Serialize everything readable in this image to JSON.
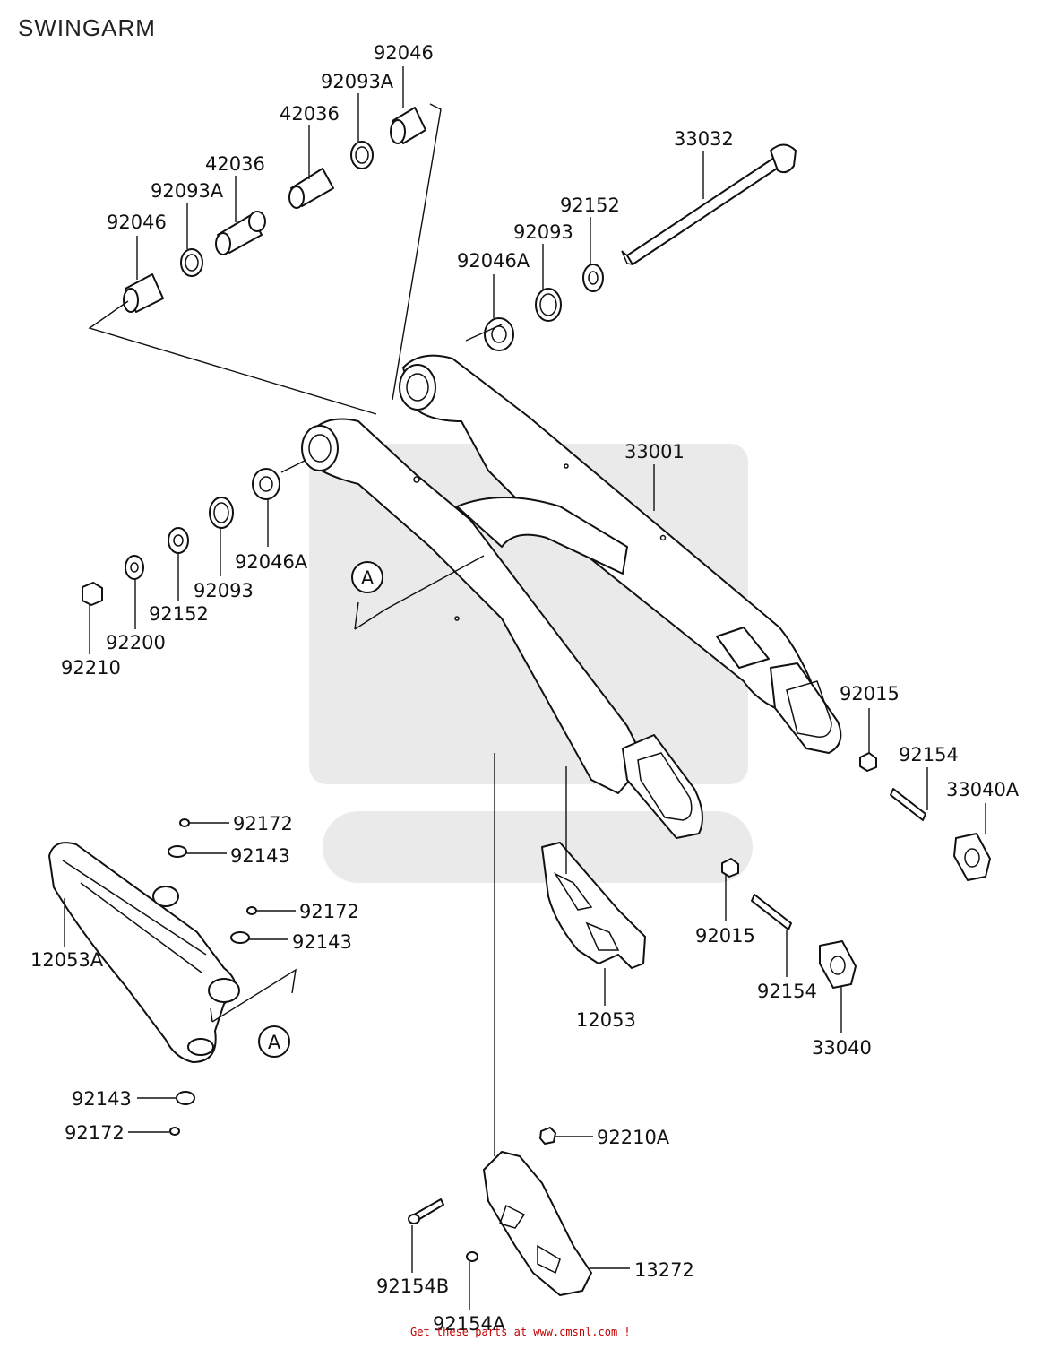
{
  "title": "SWINGARM",
  "callout": "A",
  "footer": "Get these parts at www.cmsnl.com !",
  "parts": {
    "p92046_top": "92046",
    "p92093A_top": "92093A",
    "p42036_top": "42036",
    "p42036_left": "42036",
    "p92093A_left": "92093A",
    "p92046_left": "92046",
    "p33032": "33032",
    "p92152_top": "92152",
    "p92093_top": "92093",
    "p92046A_top": "92046A",
    "p33001": "33001",
    "p92046A_bot": "92046A",
    "p92093_bot": "92093",
    "p92152_bot": "92152",
    "p92200": "92200",
    "p92210": "92210",
    "p92015_a": "92015",
    "p92154_a": "92154",
    "p33040A": "33040A",
    "p92015_b": "92015",
    "p92154_b": "92154",
    "p33040": "33040",
    "p12053": "12053",
    "p92172_a": "92172",
    "p92143_a": "92143",
    "p92172_b": "92172",
    "p92143_b": "92143",
    "p12053A": "12053A",
    "p92143_c": "92143",
    "p92172_c": "92172",
    "p92210A": "92210A",
    "p13272": "13272",
    "p92154B": "92154B",
    "p92154A": "92154A"
  }
}
